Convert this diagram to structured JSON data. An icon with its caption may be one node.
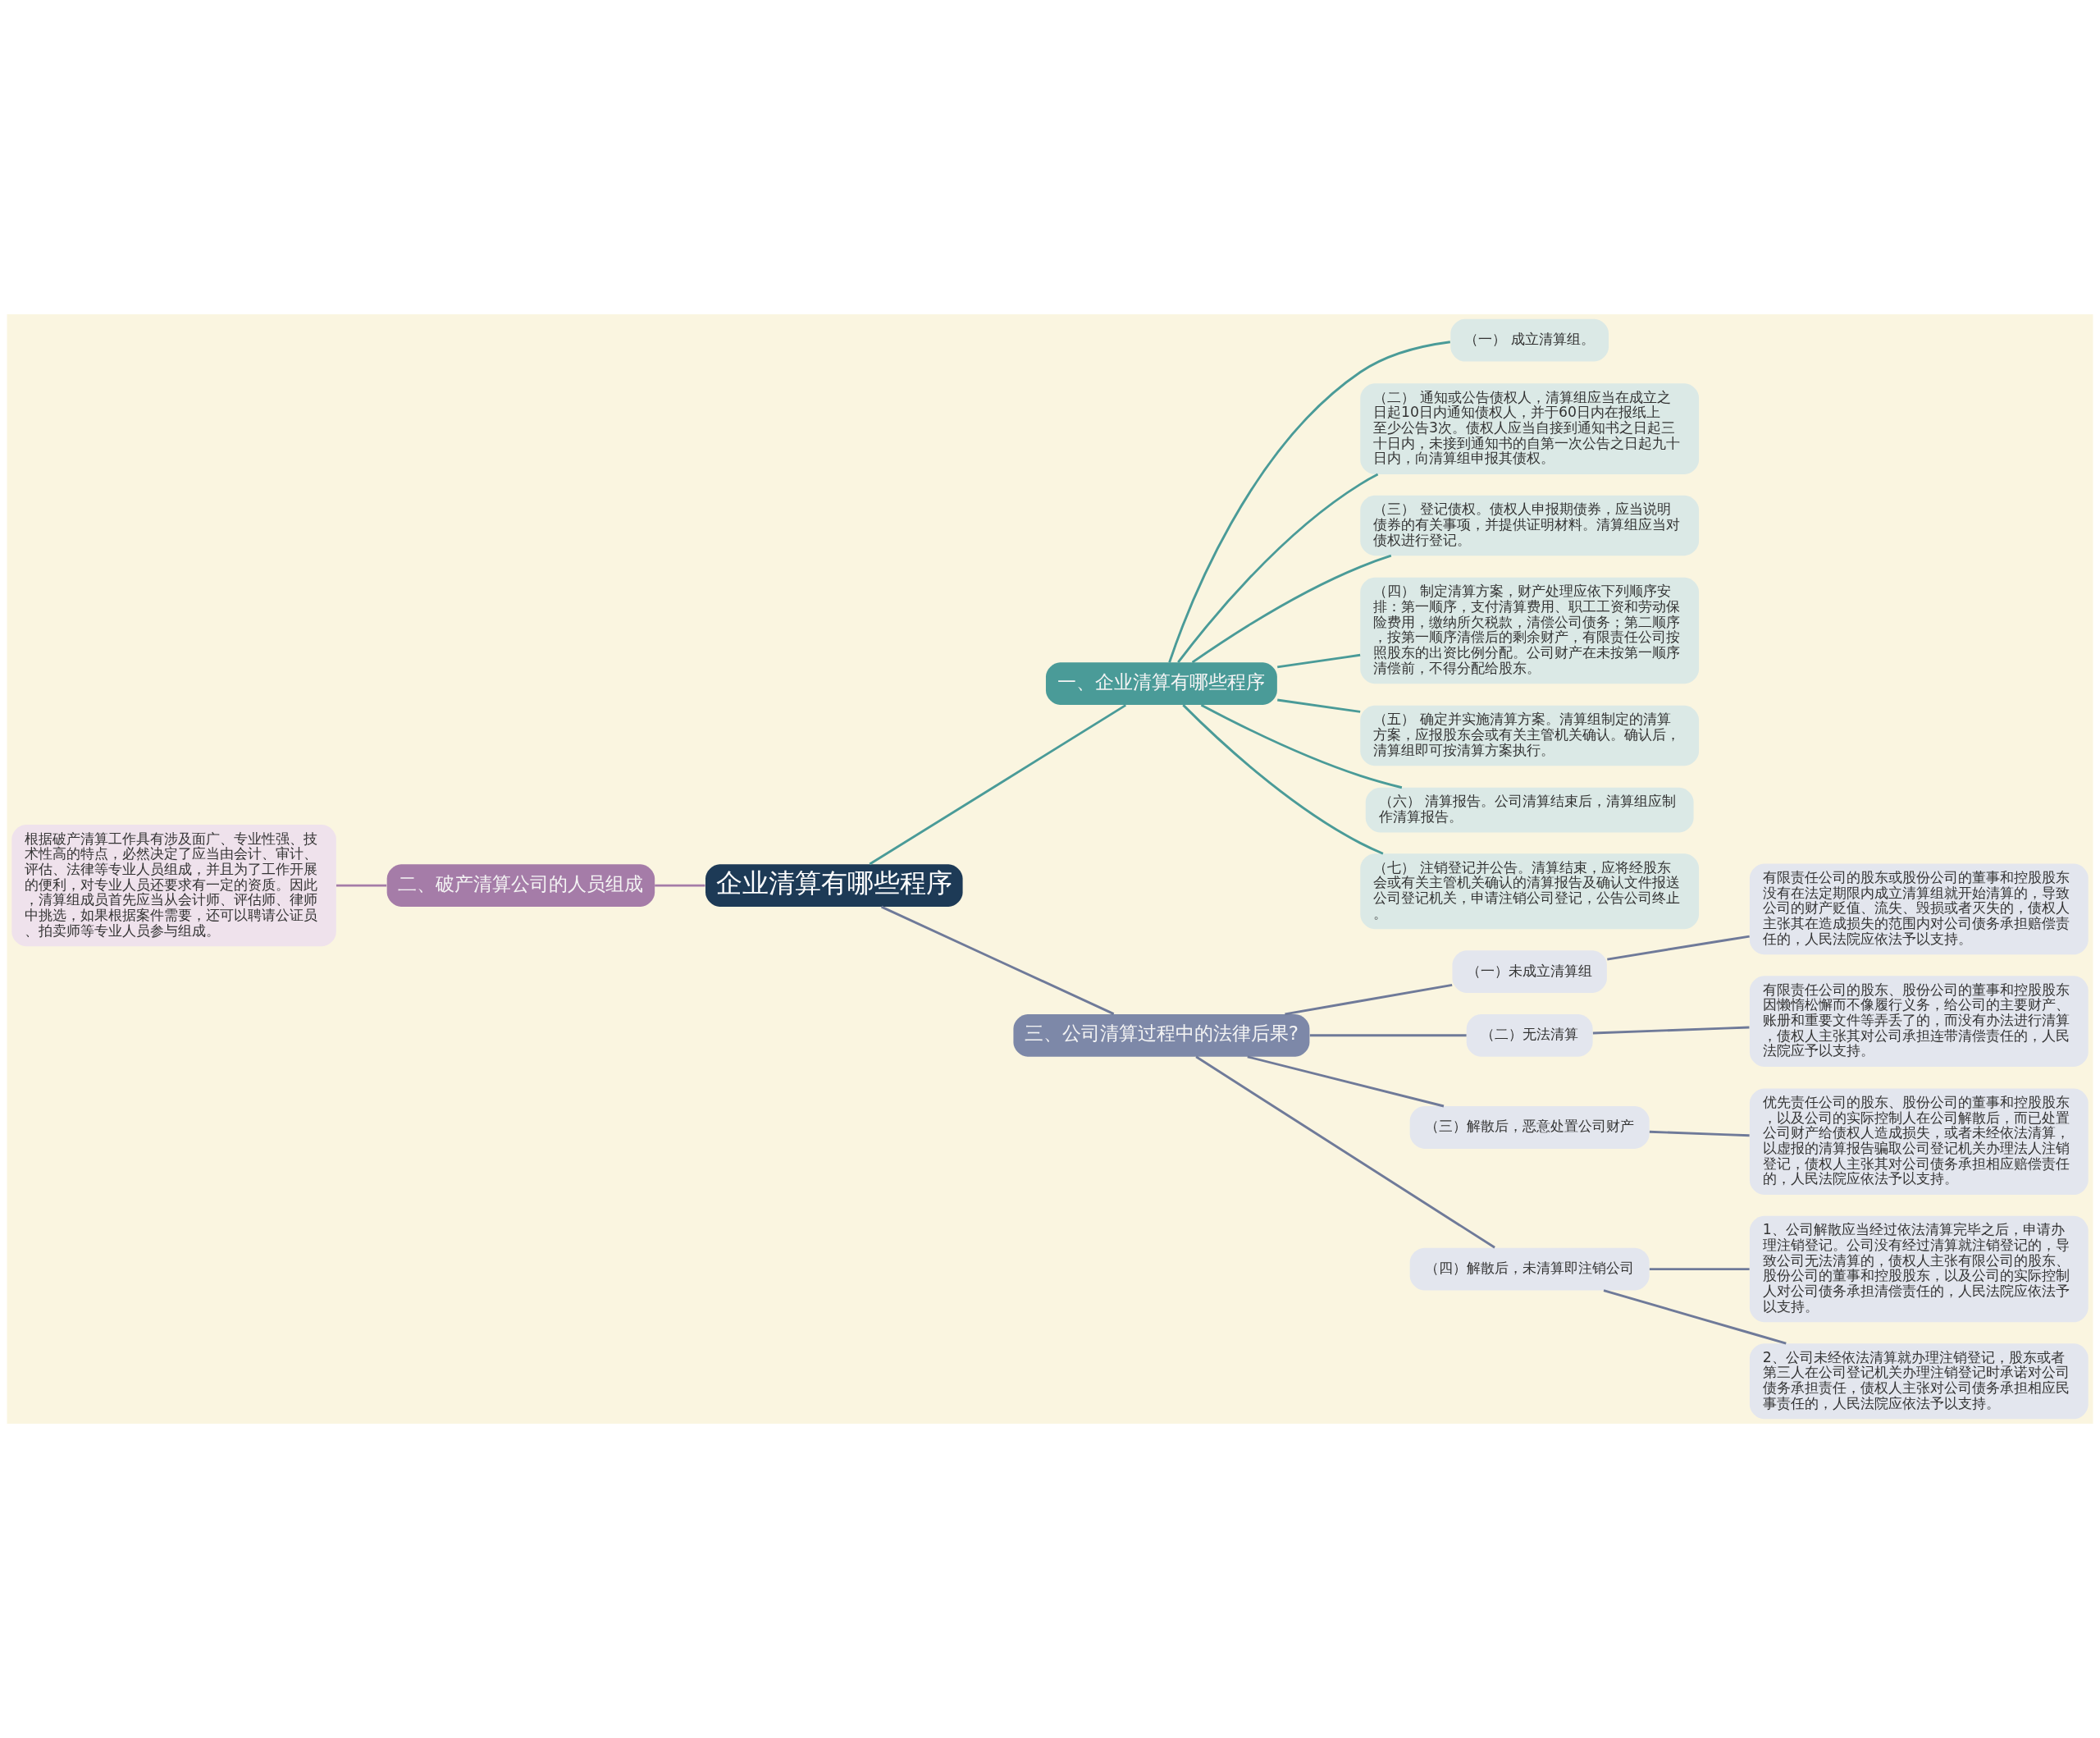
{
  "diagram": {
    "nodes": [
      {
        "text": [
          "企业清算有哪些程序"
        ]
      },
      {
        "text": [
          "一、企业清算有哪些程序"
        ]
      },
      {
        "text": [
          "（一） 成立清算组。"
        ]
      },
      {
        "text": [
          "（二） 通知或公告债权人，清算组应当在成立之日起10日内通知债权人，并于60日内在报纸上至少公告3次。债权人应当自接到通知书之日起三十日内，未接到通知书的自第一次公告之日起九十日内，向清算组申报其债权。"
        ]
      },
      {
        "text": [
          "（三） 登记债权。债权人申报期债券，应当说明债券的有关事项，并提供证明材料。清算组应当对债权进行登记。"
        ]
      },
      {
        "text": [
          "（四） 制定清算方案，财产处理应依下列顺序安排：第一顺序，支付清算费用、职工工资和劳动保险费用，缴纳所欠税款，清偿公司债务；第二顺序，按第一顺序清偿后的剩余财产，有限责任公司按照股东的出资比例分配。公司财产在未按第一顺序清偿前，不得分配给股东。"
        ]
      },
      {
        "text": [
          "（五） 确定并实施清算方案。清算组制定的清算方案，应报股东会或有关主管机关确认。确认后，清算组即可按清算方案执行。"
        ]
      },
      {
        "text": [
          "（六） 清算报告。公司清算结束后，清算组应制作清算报告。"
        ]
      },
      {
        "text": [
          "（七） 注销登记并公告。清算结束，应将经股东会或有关主管机关确认的清算报告及确认文件报送公司登记机关，申请注销公司登记，公告公司终止。"
        ]
      },
      {
        "text": [
          "二、破产清算公司的人员组成"
        ]
      },
      {
        "text": [
          "根据破产清算工作具有涉及面广、专业性强、技术性高的特点，必然决定了应当由会计、审计、评估、法律等专业人员组成，并且为了工作开展的便利，对专业人员还要求有一定的资质。因此，清算组成员首先应当从会计师、评估师、律师中挑选，如果根据案件需要，还可以聘请公证员、拍卖师等专业人员参与组成。"
        ]
      },
      {
        "text": [
          "三、公司清算过程中的法律后果?"
        ]
      },
      {
        "text": [
          "（一）未成立清算组"
        ]
      },
      {
        "text": [
          "有限责任公司的股东或股份公司的董事和控股股东没有在法定期限内成立清算组就开始清算的，导致公司的财产贬值、流失、毁损或者灭失的，债权人主张其在造成损失的范围内对公司债务承担赔偿责任的，人民法院应依法予以支持。"
        ]
      },
      {
        "text": [
          "（二）无法清算"
        ]
      },
      {
        "text": [
          "有限责任公司的股东、股份公司的董事和控股股东因懒惰松懈而不像履行义务，给公司的主要财产、账册和重要文件等弄丢了的，而没有办法进行清算，债权人主张其对公司承担连带清偿责任的，人民法院应予以支持。"
        ]
      },
      {
        "text": [
          "（三）解散后，恶意处置公司财产"
        ]
      },
      {
        "text": [
          "优先责任公司的股东、股份公司的董事和控股股东，以及公司的实际控制人在公司解散后，而已处置公司财产给债权人造成损失，或者未经依法清算，以虚报的清算报告骗取公司登记机关办理法人注销登记，债权人主张其对公司债务承担相应赔偿责任的，人民法院应依法予以支持。"
        ]
      },
      {
        "text": [
          "（四）解散后，未清算即注销公司"
        ]
      },
      {
        "text": [
          "1、公司解散应当经过依法清算完毕之后，申请办理注销登记。公司没有经过清算就注销登记的，导致公司无法清算的，债权人主张有限公司的股东、股份公司的董事和控股股东，以及公司的实际控制人对公司债务承担清偿责任的，人民法院应依法予以支持。"
        ]
      },
      {
        "text": [
          "2、公司未经依法清算就办理注销登记，股东或者第三人在公司登记机关办理注销登记时承诺对公司债务承担责任，债权人主张对公司债务承担相应民事责任的，人民法院应依法予以支持。"
        ]
      }
    ],
    "edges": [
      {
        "from": 0,
        "to": 1,
        "arrow": "none",
        "color": "#4a9b98"
      },
      {
        "from": 1,
        "to": 2,
        "arrow": "none",
        "color": "#4a9b98"
      },
      {
        "from": 1,
        "to": 3,
        "arrow": "none",
        "color": "#4a9b98"
      },
      {
        "from": 1,
        "to": 4,
        "arrow": "none",
        "color": "#4a9b98"
      },
      {
        "from": 1,
        "to": 5,
        "arrow": "none",
        "color": "#4a9b98"
      },
      {
        "from": 1,
        "to": 6,
        "arrow": "none",
        "color": "#4a9b98"
      },
      {
        "from": 1,
        "to": 7,
        "arrow": "none",
        "color": "#4a9b98"
      },
      {
        "from": 1,
        "to": 8,
        "arrow": "none",
        "color": "#4a9b98"
      },
      {
        "from": 0,
        "to": 9,
        "arrow": "none",
        "color": "#a57ca8"
      },
      {
        "from": 9,
        "to": 10,
        "arrow": "none",
        "color": "#a57ca8"
      },
      {
        "from": 0,
        "to": 11,
        "arrow": "none"
      },
      {
        "from": 11,
        "to": 12,
        "arrow": "none"
      },
      {
        "from": 12,
        "to": 13,
        "arrow": "none"
      },
      {
        "from": 11,
        "to": 14,
        "arrow": "none"
      },
      {
        "from": 14,
        "to": 15,
        "arrow": "none"
      },
      {
        "from": 11,
        "to": 16,
        "arrow": "none"
      },
      {
        "from": 16,
        "to": 17,
        "arrow": "none"
      },
      {
        "from": 11,
        "to": 18,
        "arrow": "none"
      },
      {
        "from": 18,
        "to": 19,
        "arrow": "none"
      },
      {
        "from": 18,
        "to": 20,
        "arrow": "none"
      }
    ]
  }
}
